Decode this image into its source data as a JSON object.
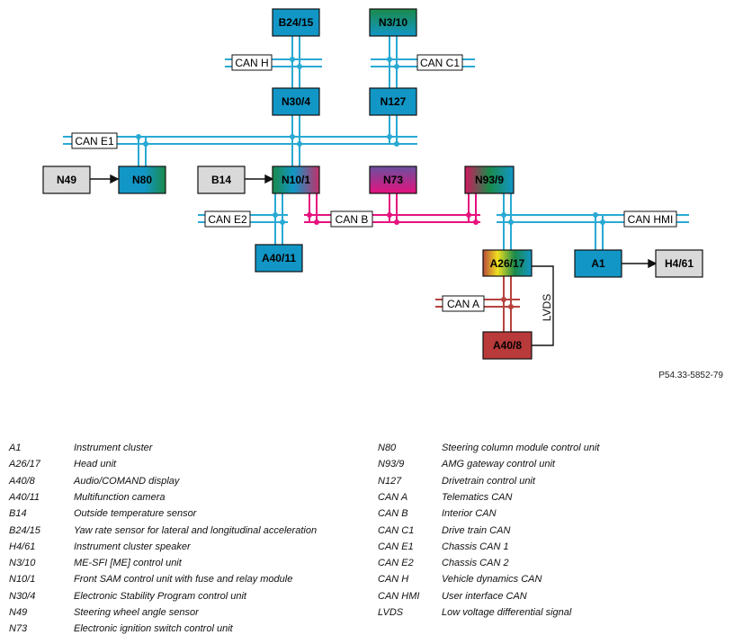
{
  "colors": {
    "can_blue": "#29a9d3",
    "can_pink": "#e5127d",
    "can_red": "#b5433e",
    "box_blue": "#1296c6",
    "box_grey": "#d9d9d9",
    "box_red": "#b83a3a"
  },
  "units": {
    "b24_15": "B24/15",
    "n3_10": "N3/10",
    "n30_4": "N30/4",
    "n127": "N127",
    "n49": "N49",
    "n80": "N80",
    "b14": "B14",
    "n10_1": "N10/1",
    "n73": "N73",
    "n93_9": "N93/9",
    "a40_11": "A40/11",
    "a26_17": "A26/17",
    "a1": "A1",
    "h4_61": "H4/61",
    "a40_8": "A40/8"
  },
  "buses": {
    "can_h": "CAN H",
    "can_c1": "CAN C1",
    "can_e1": "CAN E1",
    "can_e2": "CAN E2",
    "can_b": "CAN B",
    "can_hmi": "CAN HMI",
    "can_a": "CAN A",
    "lvds": "LVDS"
  },
  "reference": "P54.33-5852-79",
  "legend": {
    "left": [
      {
        "code": "A1",
        "desc": "Instrument cluster"
      },
      {
        "code": "A26/17",
        "desc": "Head unit"
      },
      {
        "code": "A40/8",
        "desc": "Audio/COMAND display"
      },
      {
        "code": "A40/11",
        "desc": "Multifunction camera"
      },
      {
        "code": "B14",
        "desc": "Outside temperature sensor"
      },
      {
        "code": "B24/15",
        "desc": "Yaw rate sensor for lateral and longitudinal acceleration"
      },
      {
        "code": "H4/61",
        "desc": "Instrument cluster speaker"
      },
      {
        "code": "N3/10",
        "desc": "ME-SFI [ME] control unit"
      },
      {
        "code": "N10/1",
        "desc": "Front SAM control unit with fuse and relay module"
      },
      {
        "code": "N30/4",
        "desc": "Electronic Stability Program control unit"
      },
      {
        "code": "N49",
        "desc": "Steering wheel angle sensor"
      },
      {
        "code": "N73",
        "desc": "Electronic ignition switch control unit"
      }
    ],
    "right": [
      {
        "code": "N80",
        "desc": "Steering column module control unit"
      },
      {
        "code": "N93/9",
        "desc": "AMG gateway control unit"
      },
      {
        "code": "N127",
        "desc": "Drivetrain control unit"
      },
      {
        "code": "CAN A",
        "desc": "Telematics CAN"
      },
      {
        "code": "CAN B",
        "desc": "Interior CAN"
      },
      {
        "code": "CAN C1",
        "desc": "Drive train CAN"
      },
      {
        "code": "CAN E1",
        "desc": "Chassis CAN 1"
      },
      {
        "code": "CAN E2",
        "desc": "Chassis CAN 2"
      },
      {
        "code": "CAN H",
        "desc": "Vehicle dynamics CAN"
      },
      {
        "code": "CAN HMI",
        "desc": "User interface CAN"
      },
      {
        "code": "LVDS",
        "desc": "Low voltage differential signal"
      }
    ]
  }
}
